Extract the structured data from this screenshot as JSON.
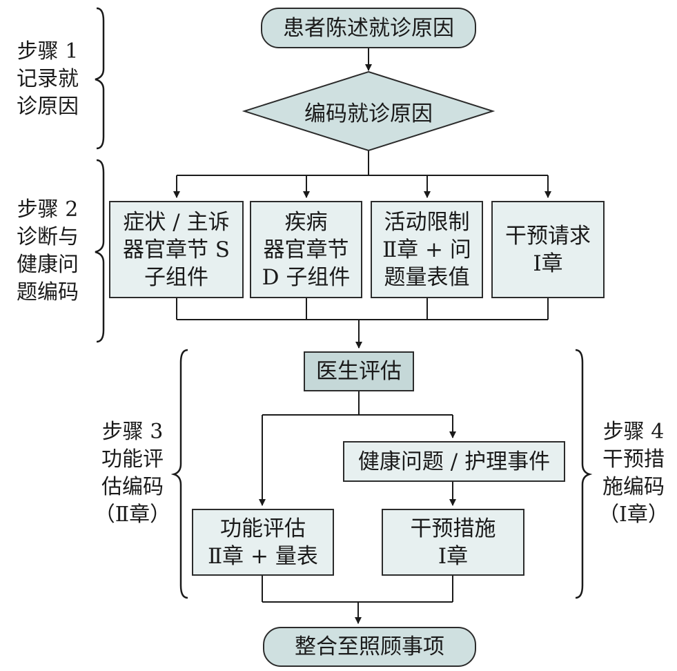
{
  "colors": {
    "stroke": "#2b2b2b",
    "start_fill": "#cfe0e0",
    "box_fill": "#e7f0f0",
    "eval_fill": "#c5d8d8"
  },
  "nodes": {
    "start": "患者陈述就诊原因",
    "decision": "编码就诊原因",
    "symptom": "症状 / 主诉\n器官章节 S\n子组件",
    "disease": "疾病\n器官章节\nD 子组件",
    "activity": "活动限制\nⅡ章 + 问\n题量表值",
    "intervention_request": "干预请求\nⅠ章",
    "doctor_eval": "医生评估",
    "health_problem": "健康问题 / 护理事件",
    "function_eval": "功能评估\nⅡ章 + 量表",
    "intervention_measure": "干预措施\nⅠ章",
    "end": "整合至照顾事项"
  },
  "steps": {
    "step1": "步骤 1\n记录就\n诊原因",
    "step2": "步骤 2\n诊断与\n健康问\n题编码",
    "step3": "步骤 3\n功能评\n估编码\n（Ⅱ章）",
    "step4": "步骤 4\n干预措\n施编码\n（Ⅰ章）"
  }
}
